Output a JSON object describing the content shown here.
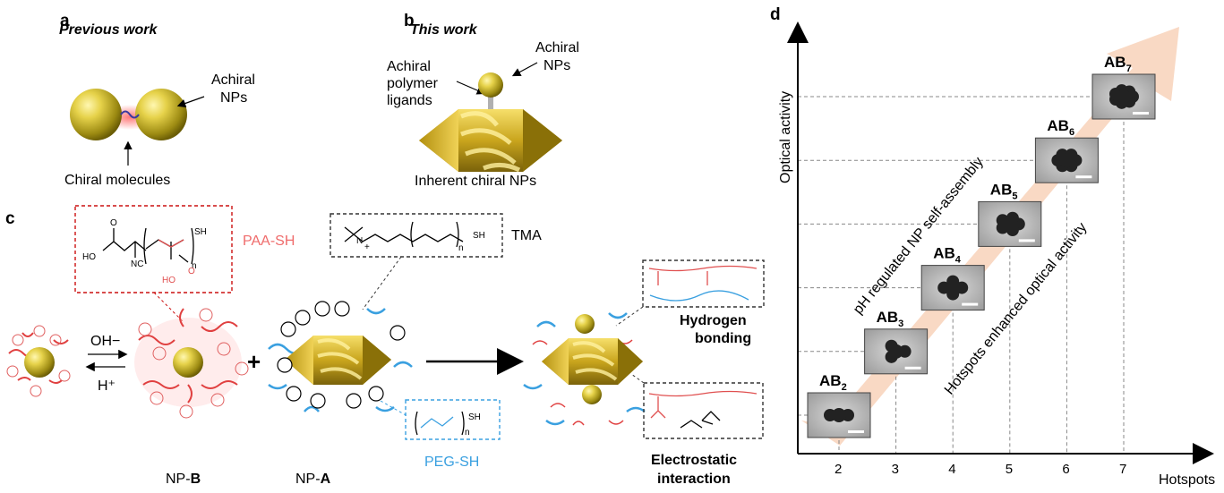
{
  "panels": {
    "a": {
      "letter": "a",
      "title": "Previous work",
      "achiral_line1": "Achiral",
      "achiral_line2": "NPs",
      "chiral": "Chiral molecules"
    },
    "b": {
      "letter": "b",
      "title": "This work",
      "achiral_nps_line1": "Achiral",
      "achiral_nps_line2": "NPs",
      "ligand_line1": "Achiral",
      "ligand_line2": "polymer",
      "ligand_line3": "ligands",
      "inherent": "Inherent chiral NPs"
    },
    "c": {
      "letter": "c",
      "paa_label": "PAA-SH",
      "tma_label": "TMA",
      "peg_label": "PEG-SH",
      "oh_label": "OH−",
      "h_label": "H⁺",
      "plus": "+",
      "npb_prefix": "NP-",
      "npb_suffix": "B",
      "npa_prefix": "NP-",
      "npa_suffix": "A",
      "hbond_line1": "Hydrogen",
      "hbond_line2": "bonding",
      "elec_line1": "Electrostatic",
      "elec_line2": "interaction",
      "chem": {
        "ho": "HO",
        "o": "O",
        "nc": "NC",
        "n": "n",
        "sh": "SH",
        "nplus": "N",
        "star": "+",
        "o2": "O"
      }
    },
    "d": {
      "letter": "d"
    }
  },
  "chart_data": {
    "type": "scatter",
    "xlabel": "Hotspots",
    "ylabel": "Optical activity",
    "x_ticks": [
      "2",
      "3",
      "4",
      "5",
      "6",
      "7"
    ],
    "points": [
      {
        "name": "AB",
        "sub": "2",
        "x": 2,
        "y": 1
      },
      {
        "name": "AB",
        "sub": "3",
        "x": 3,
        "y": 2
      },
      {
        "name": "AB",
        "sub": "4",
        "x": 4,
        "y": 3
      },
      {
        "name": "AB",
        "sub": "5",
        "x": 5,
        "y": 4
      },
      {
        "name": "AB",
        "sub": "6",
        "x": 6,
        "y": 5
      },
      {
        "name": "AB",
        "sub": "7",
        "x": 7,
        "y": 6
      }
    ],
    "arrow_text_1": "pH regulated NP self-assembly",
    "arrow_text_2": "Hotspots enhanced optical activity",
    "colors": {
      "arrow": "#f9d9c4",
      "text1": "#cc1111",
      "text2": "#1a7fe0"
    }
  }
}
